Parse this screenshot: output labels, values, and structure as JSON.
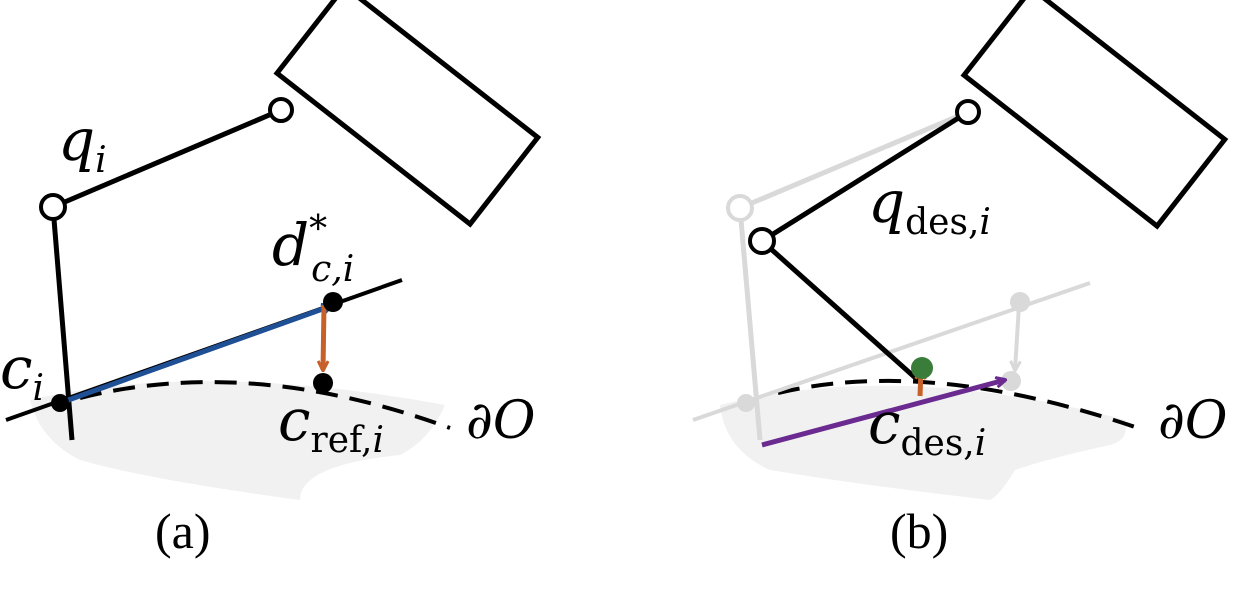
{
  "panel_a": {
    "caption": "(a)",
    "labels": {
      "q": {
        "base": "q",
        "sub": "i"
      },
      "d": {
        "base": "d",
        "sup": "*",
        "sub": "c,i"
      },
      "c": {
        "base": "c",
        "sub": "i"
      },
      "c_ref": {
        "base": "c",
        "sub": "ref,",
        "sub_i": "i"
      },
      "boundary": {
        "base": "∂O"
      }
    }
  },
  "panel_b": {
    "caption": "(b)",
    "labels": {
      "q_des": {
        "base": "q",
        "sub": "des,",
        "sub_i": "i"
      },
      "c_des": {
        "base": "c",
        "sub": "des,",
        "sub_i": "i"
      },
      "boundary": {
        "base": "∂O"
      }
    }
  },
  "colors": {
    "blue_arrow": "#1f5096",
    "orange_arrow": "#c8602a",
    "purple_arrow": "#6a2a90",
    "green_point": "#3a7d3a",
    "faded": "#d9d9d9",
    "object_fill": "#f1f1f1",
    "line": "#000000"
  }
}
